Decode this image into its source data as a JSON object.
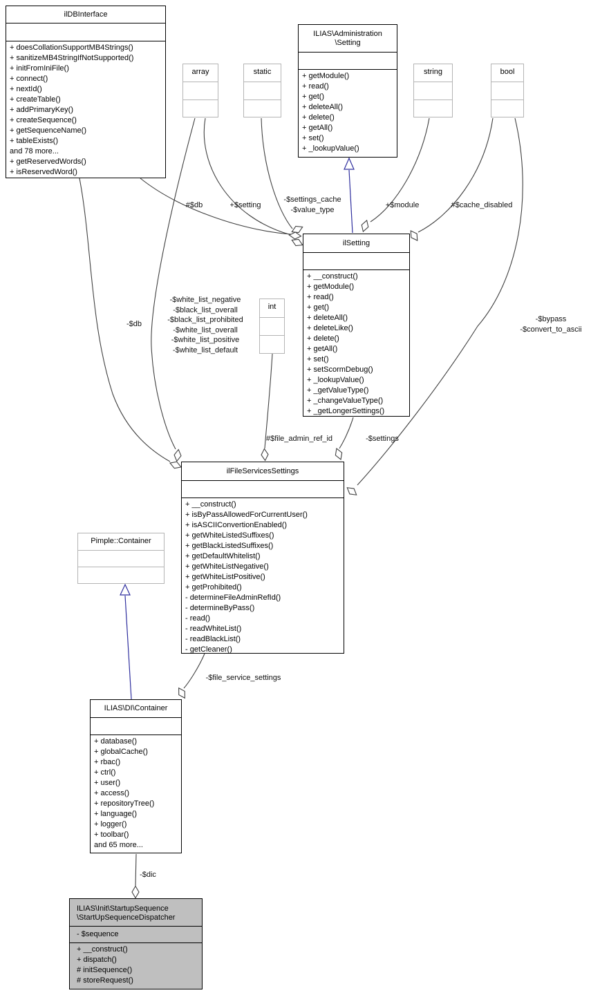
{
  "diagram": {
    "title": "UML collaboration diagram",
    "colors": {
      "inheritance_edge": "#2e2e9e",
      "member_edge": "#404040",
      "class_border": "#000000",
      "primitive_border": "#b4b4b4",
      "current_class_fill": "#bfbfbf",
      "box_fill": "#ffffff"
    },
    "classes": {
      "ildbinterface": {
        "title": "ilDBInterface",
        "methods": [
          "+ doesCollationSupportMB4Strings()",
          "+ sanitizeMB4StringIfNotSupported()",
          "+ initFromIniFile()",
          "+ connect()",
          "+ nextId()",
          "+ createTable()",
          "+ addPrimaryKey()",
          "+ createSequence()",
          "+ getSequenceName()",
          "+ tableExists()",
          "and 78 more...",
          "+ getReservedWords()",
          "+ isReservedWord()"
        ]
      },
      "array_type": {
        "title": "array"
      },
      "static_type": {
        "title": "static"
      },
      "admin_setting": {
        "title_line1": "ILIAS\\Administration",
        "title_line2": "\\Setting",
        "methods": [
          "+ getModule()",
          "+ read()",
          "+ get()",
          "+ deleteAll()",
          "+ delete()",
          "+ getAll()",
          "+ set()",
          "+ _lookupValue()"
        ]
      },
      "string_type": {
        "title": "string"
      },
      "bool_type": {
        "title": "bool"
      },
      "ilsetting": {
        "title": "ilSetting",
        "methods": [
          "+ __construct()",
          "+ getModule()",
          "+ read()",
          "+ get()",
          "+ deleteAll()",
          "+ deleteLike()",
          "+ delete()",
          "+ getAll()",
          "+ set()",
          "+ setScormDebug()",
          "+ _lookupValue()",
          "+ _getValueType()",
          "+ _changeValueType()",
          "+ _getLongerSettings()"
        ]
      },
      "int_type": {
        "title": "int"
      },
      "ilfileservicessettings": {
        "title": "ilFileServicesSettings",
        "methods": [
          "+ __construct()",
          "+ isByPassAllowedForCurrentUser()",
          "+ isASCIIConvertionEnabled()",
          "+ getWhiteListedSuffixes()",
          "+ getBlackListedSuffixes()",
          "+ getDefaultWhitelist()",
          "+ getWhiteListNegative()",
          "+ getWhiteListPositive()",
          "+ getProhibited()",
          "- determineFileAdminRefId()",
          "- determineByPass()",
          "- read()",
          "- readWhiteList()",
          "- readBlackList()",
          "- getCleaner()"
        ]
      },
      "pimple_container": {
        "title": "Pimple::Container"
      },
      "di_container": {
        "title": "ILIAS\\DI\\Container",
        "methods": [
          "+ database()",
          "+ globalCache()",
          "+ rbac()",
          "+ ctrl()",
          "+ user()",
          "+ access()",
          "+ repositoryTree()",
          "+ language()",
          "+ logger()",
          "+ toolbar()",
          "and 65 more..."
        ]
      },
      "dispatcher": {
        "title_line1": "ILIAS\\Init\\StartupSequence",
        "title_line2": "\\StartUpSequenceDispatcher",
        "attributes": [
          "- $sequence"
        ],
        "methods": [
          "+ __construct()",
          "+ dispatch()",
          "# initSequence()",
          "# storeRequest()"
        ]
      }
    },
    "edge_labels": {
      "db_to_ilsetting": "#$db",
      "setting_member": "+$setting",
      "settings_cache_block": [
        "-$settings_cache",
        "-$value_type"
      ],
      "module": "+$module",
      "cache_disabled": "#$cache_disabled",
      "db_to_fss": "-$db",
      "white_list_block": [
        "-$white_list_negative",
        "-$black_list_overall",
        "-$black_list_prohibited",
        "-$white_list_overall",
        "-$white_list_positive",
        "-$white_list_default"
      ],
      "bypass_block": [
        "-$bypass",
        "-$convert_to_ascii"
      ],
      "file_admin_ref_id": "#$file_admin_ref_id",
      "settings": "-$settings",
      "file_service_settings": "-$file_service_settings",
      "dic": "-$dic"
    }
  }
}
